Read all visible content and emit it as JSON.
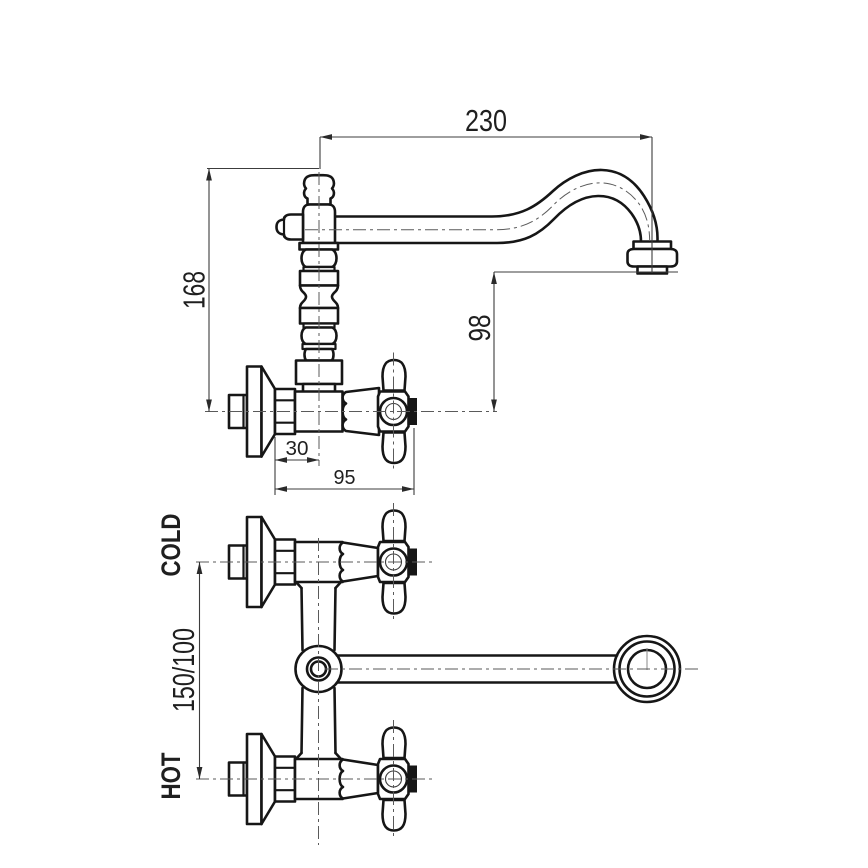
{
  "colors": {
    "background": "#ffffff",
    "line": "#161616",
    "dimension": "#3c3c3c",
    "centerline": "#5a5a5a"
  },
  "side_view": {
    "dim_reach": "230",
    "dim_height": "168",
    "dim_spout_height": "98",
    "dim_offset": "30",
    "dim_depth": "95"
  },
  "front_view": {
    "dim_inlet_spacing": "150/100",
    "label_cold": "COLD",
    "label_hot": "HOT"
  }
}
